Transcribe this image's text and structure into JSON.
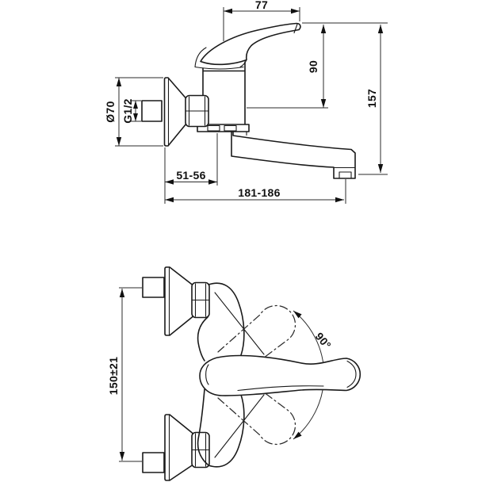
{
  "drawing": {
    "kind": "technical dimensional drawing",
    "subject": "wall-mounted single-lever mixer tap, two views",
    "background": "#ffffff",
    "line_color": "#1a1a1a",
    "dim_color": "#2b2b2b"
  },
  "views": {
    "side": {
      "dimensions": {
        "handle_projection": "77",
        "height_above_inlet": "90",
        "total_height": "157",
        "escutcheon_diameter": "Ø70",
        "inlet_thread": "G1/2",
        "wall_to_body_centre": "51-56",
        "wall_to_spout_outlet": "181-186"
      }
    },
    "plan": {
      "dimensions": {
        "inlet_spacing": "150±21",
        "handle_swing": "90°"
      }
    }
  }
}
